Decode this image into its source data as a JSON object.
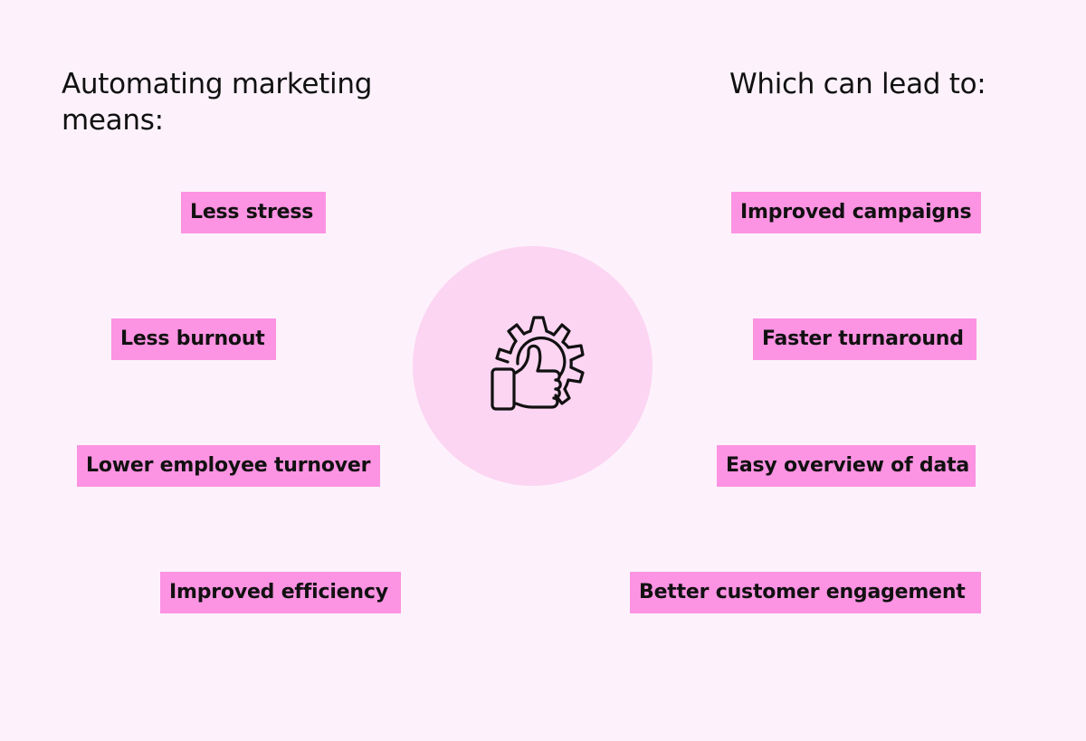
{
  "left": {
    "heading": "Automating marketing means:",
    "items": [
      "Less stress",
      "Less burnout",
      "Lower employee turnover",
      "Improved efficiency"
    ]
  },
  "right": {
    "heading": "Which can lead to:",
    "items": [
      "Improved campaigns",
      "Faster turnaround",
      "Easy overview of data",
      "Better customer engagement"
    ]
  },
  "center": {
    "icon": "thumbs-up-gear-icon"
  },
  "colors": {
    "background": "#fdf2fb",
    "tag": "#fd93e3",
    "circle": "#fcd5f3",
    "text": "#111111"
  }
}
